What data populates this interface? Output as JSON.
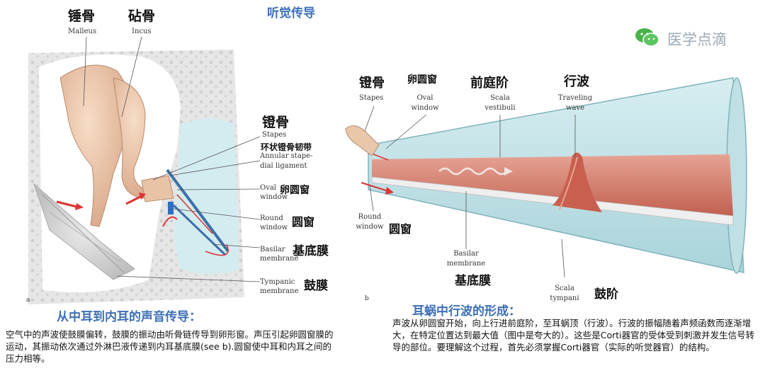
{
  "title": "听觉传导",
  "brand": {
    "name": "医学点滴",
    "icon": "wechat-icon"
  },
  "left_panel": {
    "panel_letter": "a",
    "labels": {
      "malleus_cn": "锤骨",
      "malleus_en": "Malleus",
      "incus_cn": "砧骨",
      "incus_en": "Incus",
      "stapes_cn": "镫骨",
      "stapes_en": "Stapes",
      "annular_cn": "环状镫骨韧带",
      "annular_en_1": "Annular stape-",
      "annular_en_2": "dial ligament",
      "oval_en_1": "Oval",
      "oval_en_2": "window",
      "oval_cn": "卵圆窗",
      "round_en_1": "Round",
      "round_en_2": "window",
      "round_cn": "圆窗",
      "basilar_en_1": "Basilar",
      "basilar_en_2": "membrane",
      "basilar_cn": "基底膜",
      "tympanic_en_1": "Tympanic",
      "tympanic_en_2": "membrane",
      "tympanic_cn": "鼓膜"
    },
    "heading": "从中耳到内耳的声音传导：",
    "paragraph": "空气中的声波使鼓膜偏转，鼓膜的振动由听骨链传导到卵形窗。声压引起卵圆窗膜的运动，其振动依次通过外淋巴液传递到内耳基底膜(see b).圆窗使中耳和内耳之间的压力相等。"
  },
  "right_panel": {
    "panel_letter": "b",
    "labels": {
      "stapes_cn": "镫骨",
      "stapes_en": "Stapes",
      "oval_cn": "卵圆窗",
      "oval_en_1": "Oval",
      "oval_en_2": "window",
      "scala_v_cn": "前庭阶",
      "scala_v_en_1": "Scala",
      "scala_v_en_2": "vestibuli",
      "wave_cn": "行波",
      "wave_en_1": "Traveling",
      "wave_en_2": "wave",
      "round_en_1": "Round",
      "round_en_2": "window",
      "round_cn": "圆窗",
      "basilar_en_1": "Basilar",
      "basilar_en_2": "membrane",
      "basilar_cn": "基底膜",
      "scala_t_en_1": "Scala",
      "scala_t_en_2": "tympani",
      "scala_t_cn": "鼓阶"
    },
    "heading": "耳蜗中行波的形成：",
    "paragraph": "声波从卵圆窗开始，向上行进前庭阶，至耳蜗顶（行波）。行波的振幅随着声频函数而逐渐增大，在特定位置达到最大值（图中是夸大的）。这些是Corti器官的受体受到刺激并发生信号转导的部位。要理解这个过程，首先必须掌握Corti器官（实际的听觉器官）的结构。"
  },
  "colors": {
    "accent_blue": "#3d6fb6",
    "bone": "#e3e3e3",
    "fluid": "#cfe9ec",
    "membrane": "#c9695a"
  }
}
